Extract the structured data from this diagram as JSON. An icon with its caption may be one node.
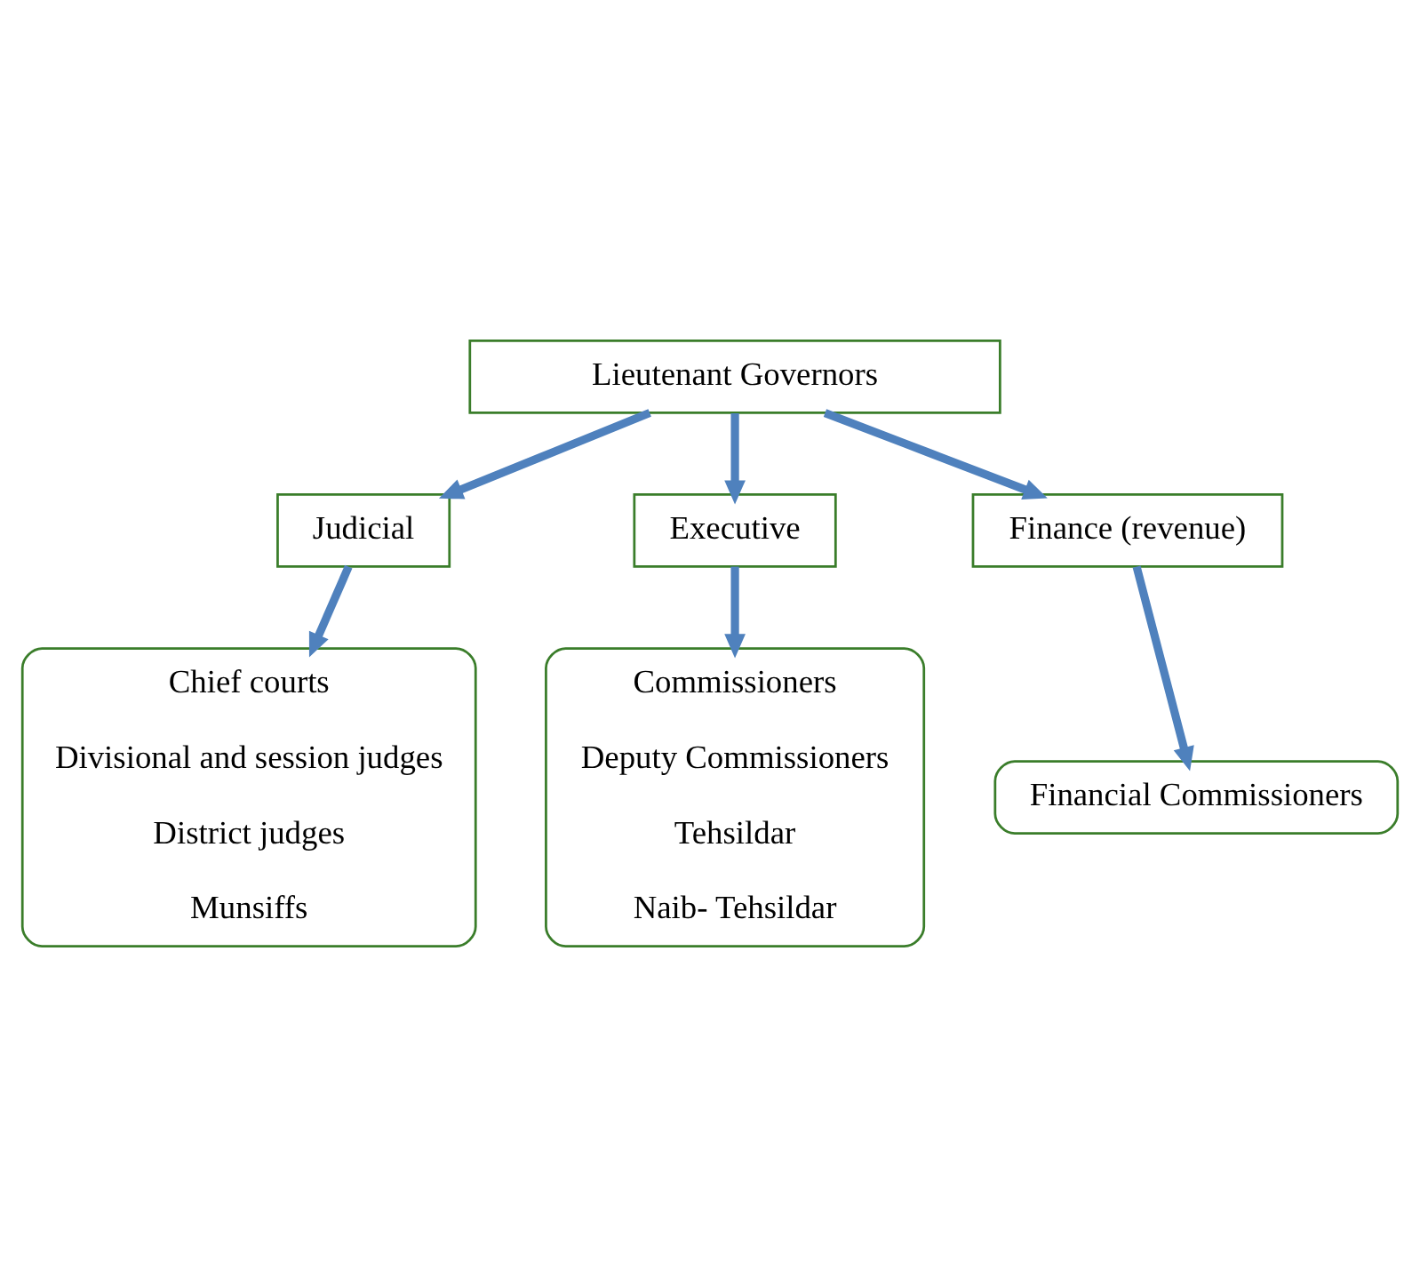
{
  "diagram": {
    "nodes": [
      {
        "text": [
          "Lieutenant Governors"
        ]
      },
      {
        "text": [
          "Judicial"
        ]
      },
      {
        "text": [
          "Executive"
        ]
      },
      {
        "text": [
          "Finance (revenue)"
        ]
      },
      {
        "text": [
          "Chief courts",
          "Divisional and session judges",
          "District judges",
          "Munsiffs"
        ]
      },
      {
        "text": [
          "Commissioners",
          "Deputy Commissioners",
          "Tehsildar",
          "Naib- Tehsildar"
        ]
      },
      {
        "text": [
          "Financial Commissioners"
        ]
      }
    ],
    "edges": [
      {
        "from": 0,
        "to": 1,
        "arrow": "to"
      },
      {
        "from": 0,
        "to": 2,
        "arrow": "to"
      },
      {
        "from": 0,
        "to": 3,
        "arrow": "to"
      },
      {
        "from": 1,
        "to": 4,
        "arrow": "to"
      },
      {
        "from": 2,
        "to": 5,
        "arrow": "to"
      },
      {
        "from": 3,
        "to": 6,
        "arrow": "to"
      }
    ]
  }
}
